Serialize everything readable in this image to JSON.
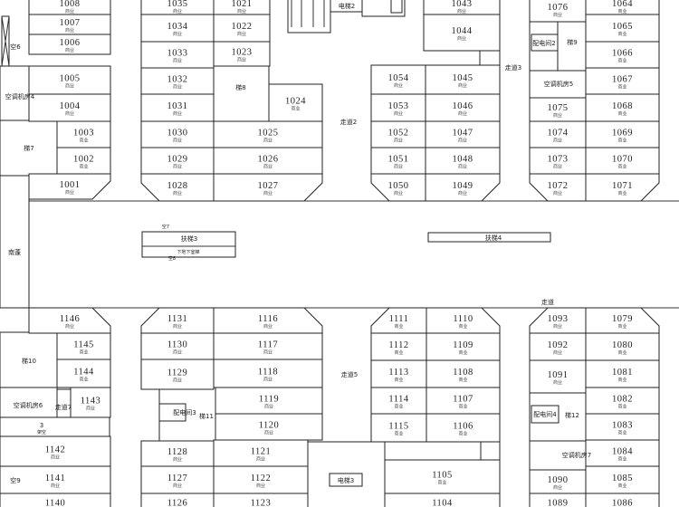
{
  "shop_use_label": "商业",
  "shops": [
    "1008",
    "1007",
    "1006",
    "1005",
    "1004",
    "1003",
    "1002",
    "1001",
    "1035",
    "1034",
    "1033",
    "1032",
    "1031",
    "1030",
    "1029",
    "1028",
    "1021",
    "1022",
    "1023",
    "1024",
    "1025",
    "1026",
    "1027",
    "1043",
    "1044",
    "1054",
    "1053",
    "1052",
    "1051",
    "1050",
    "1045",
    "1046",
    "1047",
    "1048",
    "1049",
    "1076",
    "1064",
    "1065",
    "1066",
    "1067",
    "1068",
    "1069",
    "1070",
    "1071",
    "1075",
    "1074",
    "1073",
    "1072",
    "1146",
    "1145",
    "1144",
    "1143",
    "1142",
    "1141",
    "1140",
    "1131",
    "1130",
    "1129",
    "1128",
    "1127",
    "1126",
    "1116",
    "1117",
    "1118",
    "1119",
    "1120",
    "1121",
    "1122",
    "1123",
    "1111",
    "1112",
    "1113",
    "1114",
    "1115",
    "1110",
    "1109",
    "1108",
    "1107",
    "1106",
    "1105",
    "1104",
    "1093",
    "1092",
    "1091",
    "1090",
    "1089",
    "1079",
    "1080",
    "1081",
    "1082",
    "1083",
    "1084",
    "1085",
    "1086"
  ],
  "facilities": {
    "ac_room_4": "空调机房4",
    "stair_7": "梯7",
    "canopy": "南蓬",
    "void_6": "空6",
    "stair_8": "梯8",
    "elevator_2": "电梯2",
    "corridor_2": "走道2",
    "corridor_3": "走道3",
    "power_room_2": "配电间2",
    "stair_9": "梯9",
    "ac_room_5": "空调机房5",
    "void_7": "空7",
    "escalator_3": "扶梯3",
    "escalator_3_note": "下地下室梯",
    "void_8": "空8",
    "escalator_4": "扶梯4",
    "corridor": "走道",
    "stair_10": "梯10",
    "ac_room_6": "空调机房6",
    "corridor_7": "走道7",
    "unit_3": "3",
    "unit_3_note": "架空",
    "void_9": "空9",
    "power_room_3": "配电间3",
    "stair_11": "梯11",
    "corridor_5": "走道5",
    "elevator_3": "电梯3",
    "power_room_4": "配电间4",
    "stair_12": "梯12",
    "ac_room_7": "空调机房7"
  }
}
